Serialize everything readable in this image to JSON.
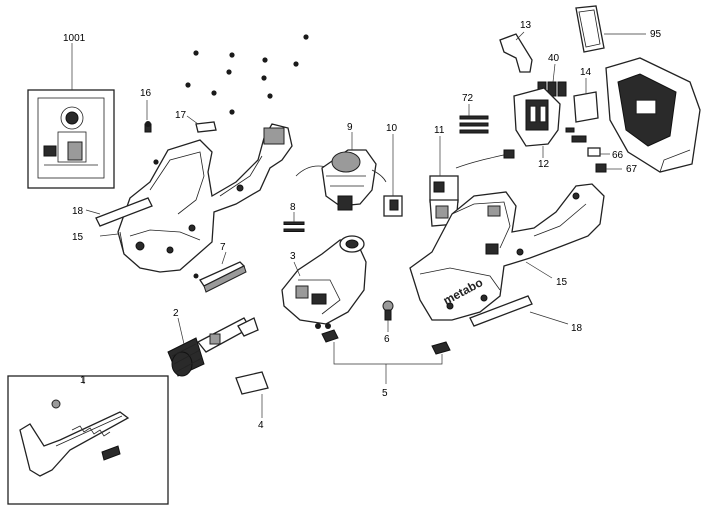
{
  "callouts": {
    "c1001": "1001",
    "c16": "16",
    "c17": "17",
    "c18a": "18",
    "c15a": "15",
    "c9": "9",
    "c10": "10",
    "c11": "11",
    "c13": "13",
    "c95": "95",
    "c40": "40",
    "c14": "14",
    "c72": "72",
    "c12": "12",
    "c66": "66",
    "c67": "67",
    "c8": "8",
    "c7": "7",
    "c3": "3",
    "c15b": "15",
    "c18b": "18",
    "c2": "2",
    "c6": "6",
    "c5": "5",
    "c4": "4",
    "c1": "1"
  },
  "brand": "metabo"
}
